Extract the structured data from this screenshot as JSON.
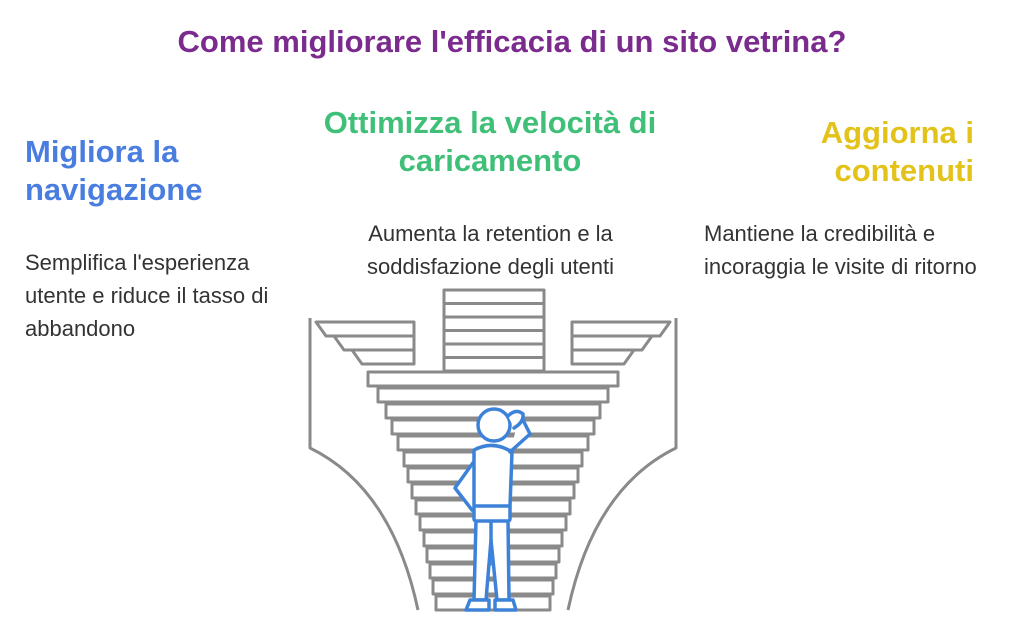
{
  "title": "Come migliorare l'efficacia di un sito vetrina?",
  "sections": [
    {
      "heading": "Migliora la navigazione",
      "description": "Semplifica l'esperienza utente e riduce il tasso di abbandono"
    },
    {
      "heading": "Ottimizza la velocità di caricamento",
      "description": "Aumenta la retention e la soddisfazione degli utenti"
    },
    {
      "heading": "Aggiorna i contenuti",
      "description": "Mantiene la credibilità e incoraggia le visite di ritorno"
    }
  ],
  "colors": {
    "title": "#7b2a8e",
    "left": "#4a7de0",
    "center": "#3fbf78",
    "right": "#e3c21a",
    "stairs": "#8a8a8a",
    "person": "#3d82d9",
    "person_fill": "#ffffff"
  },
  "icons": {
    "illustration": "branching-staircase-with-person-icon"
  }
}
